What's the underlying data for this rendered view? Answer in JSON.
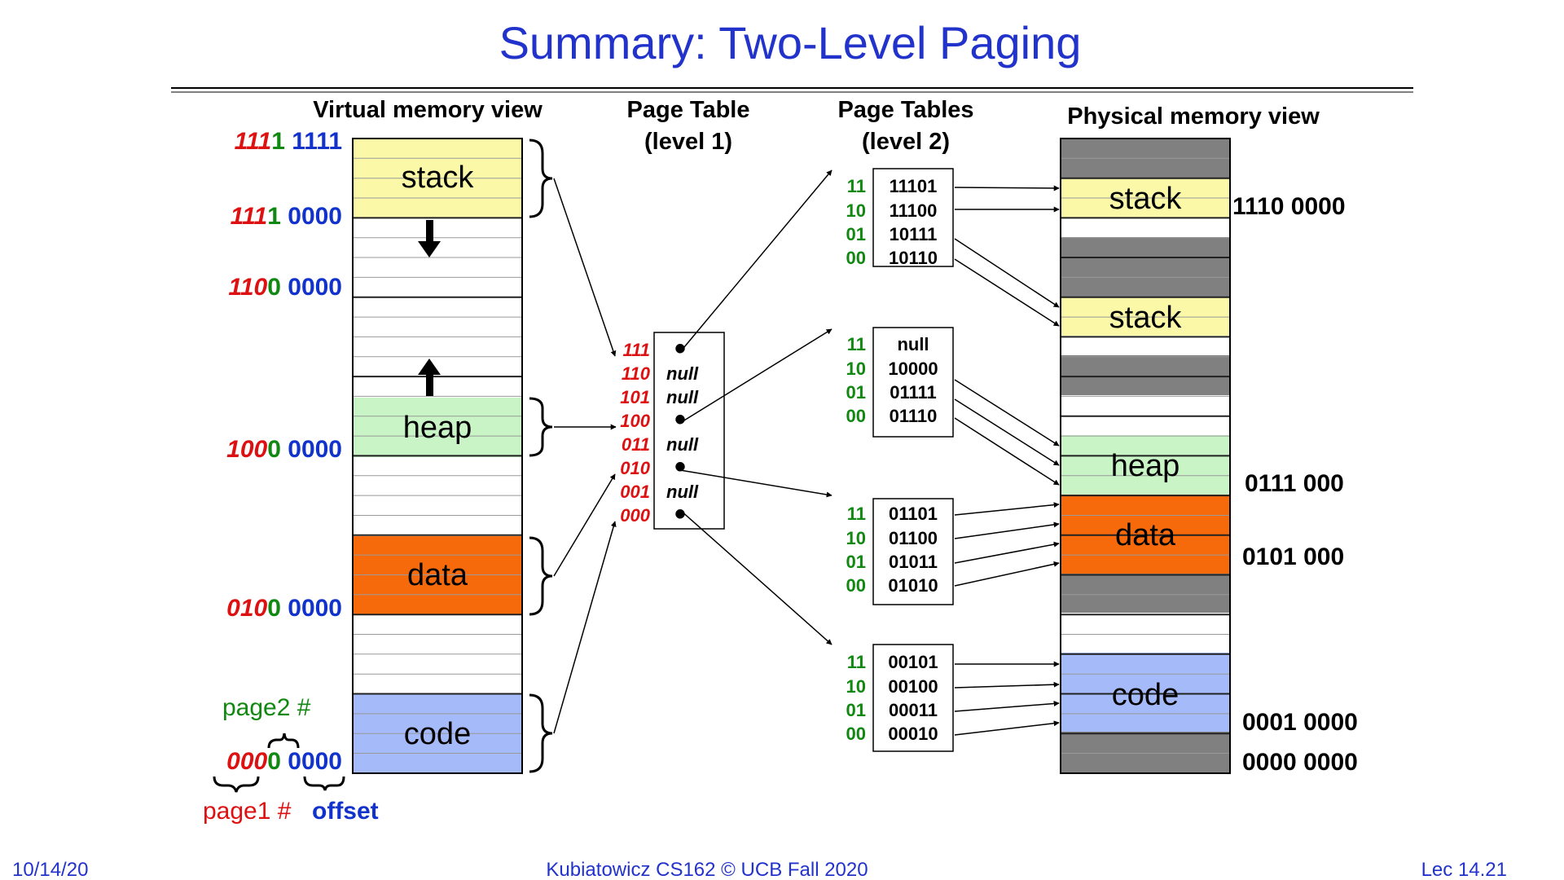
{
  "title": "Summary: Two-Level Paging",
  "virtual": {
    "header": "Virtual memory view",
    "segments": [
      "stack",
      "heap",
      "data",
      "code"
    ],
    "addresses": [
      {
        "p1": "111",
        "p2": "1",
        "offset": " 1111"
      },
      {
        "p1": "111",
        "p2": "1",
        "offset": " 0000"
      },
      {
        "p1": "110",
        "p2": "0",
        "offset": " 0000"
      },
      {
        "p1": "100",
        "p2": "0",
        "offset": " 0000"
      },
      {
        "p1": "010",
        "p2": "0",
        "offset": " 0000"
      },
      {
        "p1": "000",
        "p2": "0",
        "offset": " 0000"
      }
    ],
    "page2_label": "page2 #",
    "page1_label": "page1 #",
    "offset_label": "offset"
  },
  "level1": {
    "header1": "Page Table",
    "header2": "(level 1)",
    "entries": [
      {
        "index": "111",
        "value": "•"
      },
      {
        "index": "110",
        "value": "null"
      },
      {
        "index": "101",
        "value": "null"
      },
      {
        "index": "100",
        "value": "•"
      },
      {
        "index": "011",
        "value": "null"
      },
      {
        "index": "010",
        "value": "•"
      },
      {
        "index": "001",
        "value": "null"
      },
      {
        "index": "000",
        "value": "•"
      }
    ]
  },
  "level2": {
    "header1": "Page Tables",
    "header2": "(level 2)",
    "tables": [
      {
        "rows": [
          {
            "index": "11",
            "value": "11101"
          },
          {
            "index": "10",
            "value": "11100"
          },
          {
            "index": "01",
            "value": "10111"
          },
          {
            "index": "00",
            "value": "10110"
          }
        ]
      },
      {
        "rows": [
          {
            "index": "11",
            "value": "null"
          },
          {
            "index": "10",
            "value": "10000"
          },
          {
            "index": "01",
            "value": "01111"
          },
          {
            "index": "00",
            "value": "01110"
          }
        ]
      },
      {
        "rows": [
          {
            "index": "11",
            "value": "01101"
          },
          {
            "index": "10",
            "value": "01100"
          },
          {
            "index": "01",
            "value": "01011"
          },
          {
            "index": "00",
            "value": "01010"
          }
        ]
      },
      {
        "rows": [
          {
            "index": "11",
            "value": "00101"
          },
          {
            "index": "10",
            "value": "00100"
          },
          {
            "index": "01",
            "value": "00011"
          },
          {
            "index": "00",
            "value": "00010"
          }
        ]
      }
    ]
  },
  "physical": {
    "header": "Physical memory view",
    "segments": [
      "stack",
      "stack",
      "heap",
      "data",
      "code"
    ],
    "addresses": [
      "1110 0000",
      "0111 000",
      "0101 000",
      "0001 0000",
      "0000 0000"
    ]
  },
  "footer": {
    "date": "10/14/20",
    "course": "Kubiatowicz CS162 © UCB Fall 2020",
    "lecture": "Lec 14.21"
  },
  "colors": {
    "title": "#2233cc",
    "page1": "#dd1111",
    "page2": "#118811",
    "offset": "#1133cc",
    "stack": "#fbf9a8",
    "heap": "#c9f5c6",
    "data": "#f76a0c",
    "code": "#a5baf8",
    "unmapped": "#808080"
  }
}
